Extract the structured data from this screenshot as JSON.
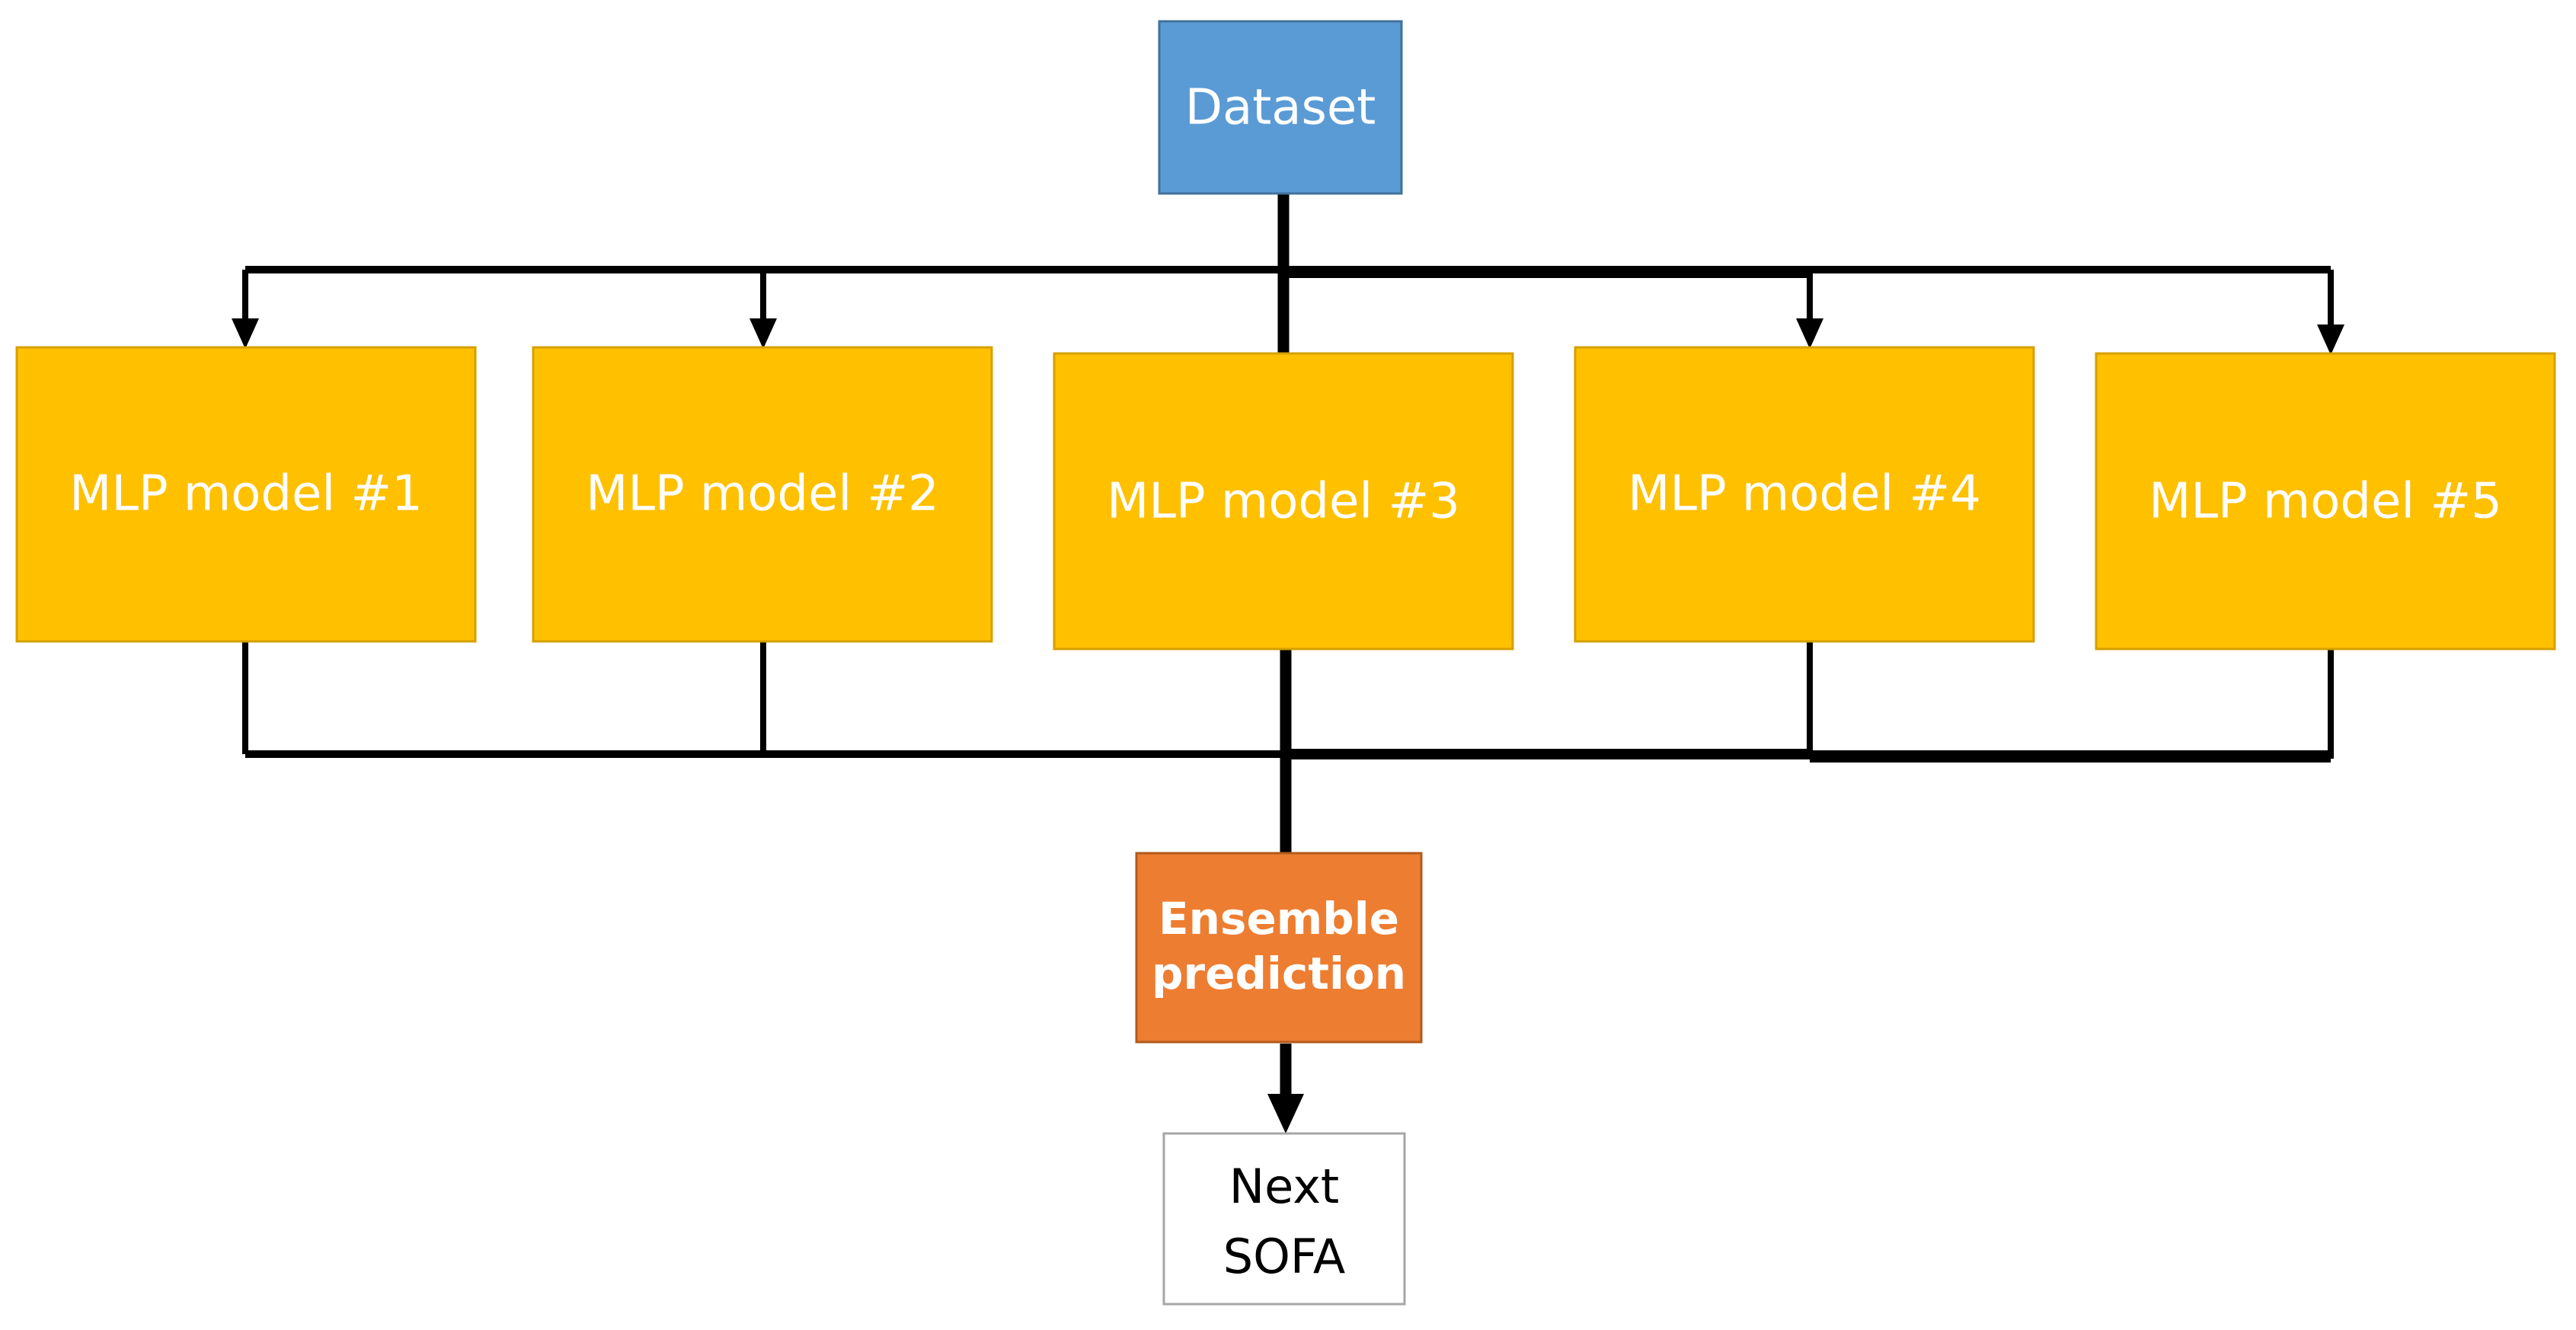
{
  "nodes": {
    "dataset": {
      "label": "Dataset",
      "fill": "#5B9BD5"
    },
    "models": [
      {
        "label": "MLP model #1",
        "fill": "#FFC000"
      },
      {
        "label": "MLP model #2",
        "fill": "#FFC000"
      },
      {
        "label": "MLP model #3",
        "fill": "#FFC000"
      },
      {
        "label": "MLP model #4",
        "fill": "#FFC000"
      },
      {
        "label": "MLP model #5",
        "fill": "#FFC000"
      }
    ],
    "ensemble": {
      "line1": "Ensemble",
      "line2": "prediction",
      "fill": "#ED7D31"
    },
    "output": {
      "line1": "Next",
      "line2": "SOFA",
      "fill": "#FFFFFF"
    }
  },
  "colors": {
    "connector": "#000000",
    "label_light": "#FFFFFF",
    "label_dark": "#000000"
  }
}
